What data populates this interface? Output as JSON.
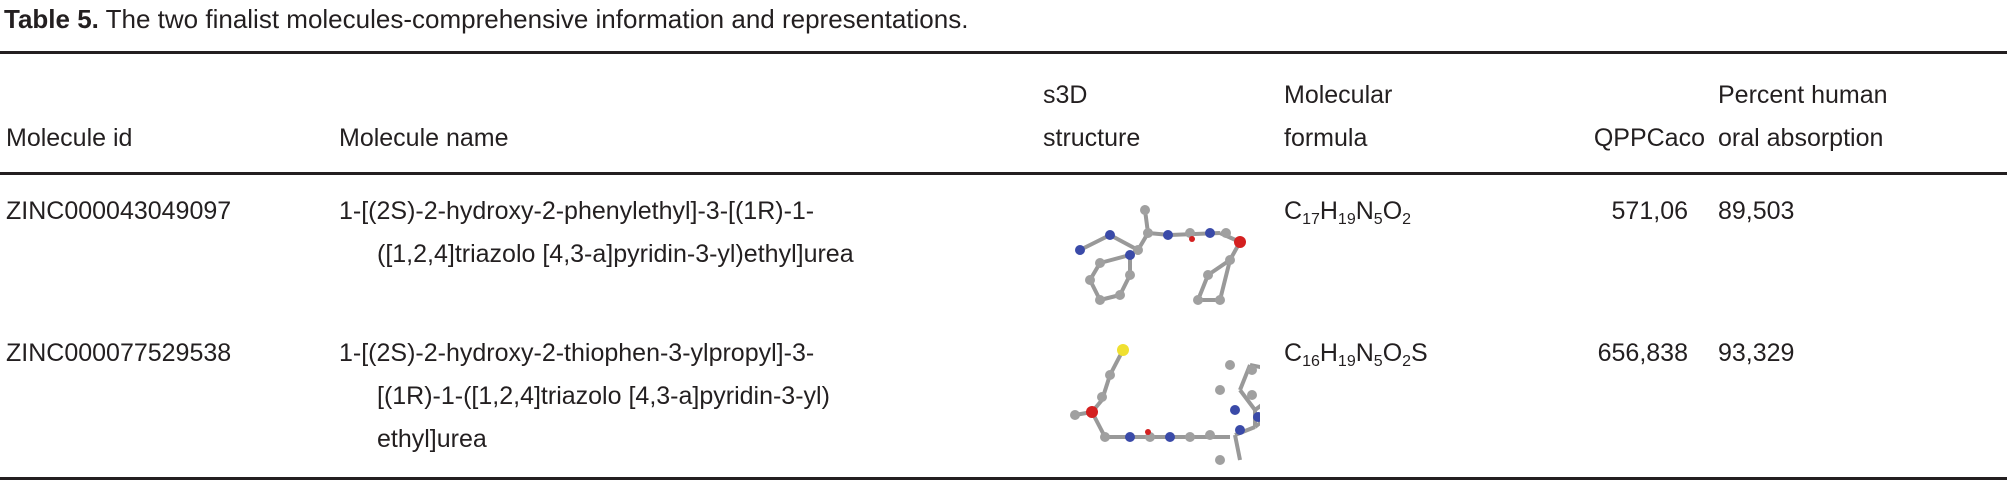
{
  "caption": {
    "label": "Table 5.",
    "text": "The two finalist molecules-comprehensive information and representations."
  },
  "columns": {
    "id": "Molecule id",
    "name": "Molecule name",
    "structure_l1": "s3D",
    "structure_l2": "structure",
    "formula_l1": "Molecular",
    "formula_l2": "formula",
    "qppcaco": "QPPCaco",
    "absorption_l1": "Percent human",
    "absorption_l2": "oral absorption"
  },
  "rows": [
    {
      "id": "ZINC000043049097",
      "name_l1": "1-[(2S)-2-hydroxy-2-phenylethyl]-3-[(1R)-1-",
      "name_l2": "([1,2,4]triazolo [4,3-a]pyridin-3-yl)ethyl]urea",
      "formula": {
        "C": "C",
        "c": "17",
        "H": "H",
        "h": "19",
        "N": "N",
        "n": "5",
        "O": "O",
        "o": "2",
        "S": ""
      },
      "qppcaco": "571,06",
      "absorption": "89,503"
    },
    {
      "id": "ZINC000077529538",
      "name_l1": "1-[(2S)-2-hydroxy-2-thiophen-3-ylpropyl]-3-",
      "name_l2": "[(1R)-1-([1,2,4]triazolo [4,3-a]pyridin-3-yl)",
      "name_l3": "ethyl]urea",
      "formula": {
        "C": "C",
        "c": "16",
        "H": "H",
        "h": "19",
        "N": "N",
        "n": "5",
        "O": "O",
        "o": "2",
        "S": "S"
      },
      "qppcaco": "656,838",
      "absorption": "93,329"
    }
  ],
  "colors": {
    "carbon": "#a0a0a0",
    "nitrogen": "#3a4aa8",
    "oxygen": "#d42020",
    "sulfur": "#f0e030",
    "hydrogen": "#e8e8e8"
  }
}
